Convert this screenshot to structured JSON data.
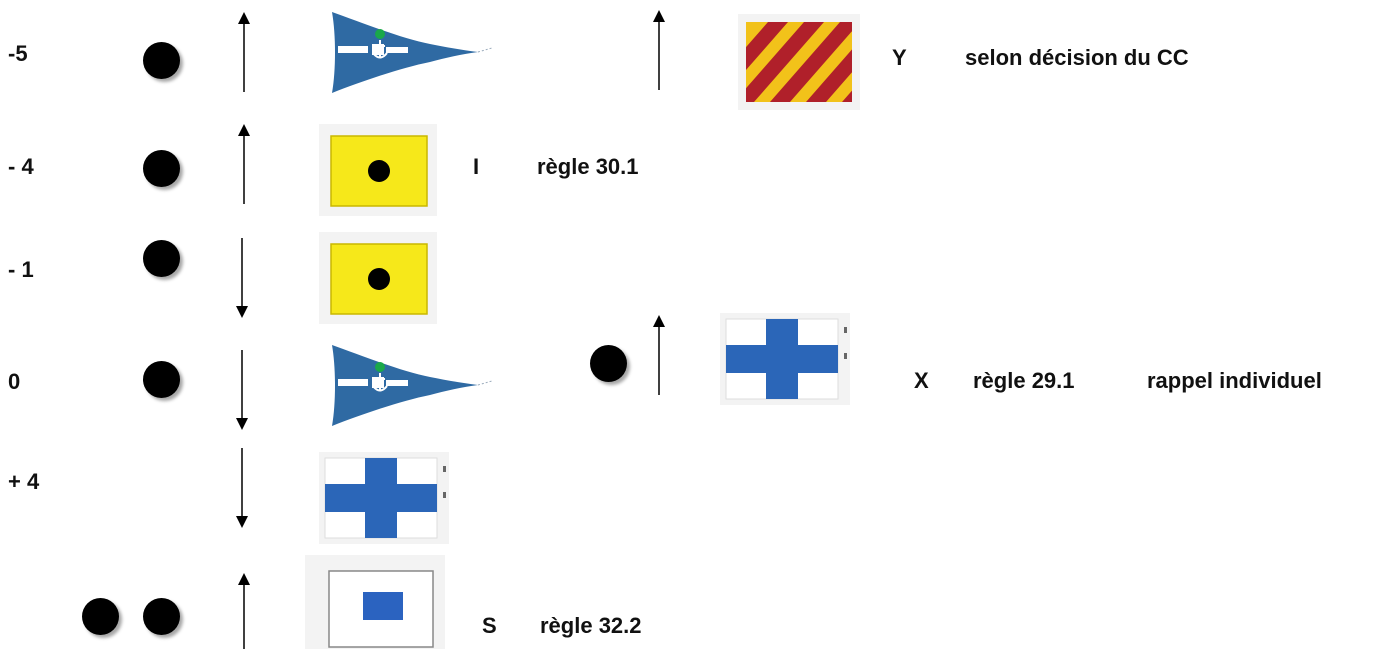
{
  "times": [
    "-5",
    "- 4",
    "- 1",
    "0",
    "+ 4"
  ],
  "flags": {
    "i_letter": "I",
    "i_rule": "règle 30.1",
    "y_letter": "Y",
    "y_note": "selon décision du CC",
    "x_letter": "X",
    "x_rule": "règle 29.1",
    "x_note": "rappel individuel",
    "s_letter": "S",
    "s_rule": "règle 32.2"
  },
  "colors": {
    "club_blue": "#2f6aa3",
    "anchor_green": "#1aa84a",
    "flag_yellow": "#f6e81a",
    "y_red": "#b0202a",
    "y_yellow": "#f2c21a",
    "x_blue": "#2b66b8",
    "s_blue": "#2b63c0"
  }
}
